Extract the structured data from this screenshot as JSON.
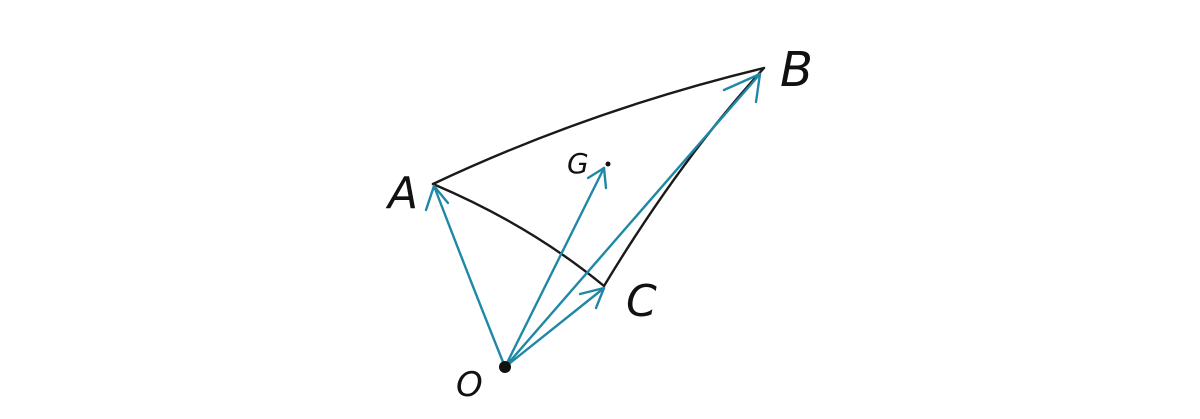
{
  "diagram": {
    "points": {
      "A": "A",
      "B": "B",
      "C": "C",
      "G": "G",
      "O": "O"
    },
    "colors": {
      "vector": "#1f88a6",
      "edge": "#1a1a1a"
    }
  }
}
